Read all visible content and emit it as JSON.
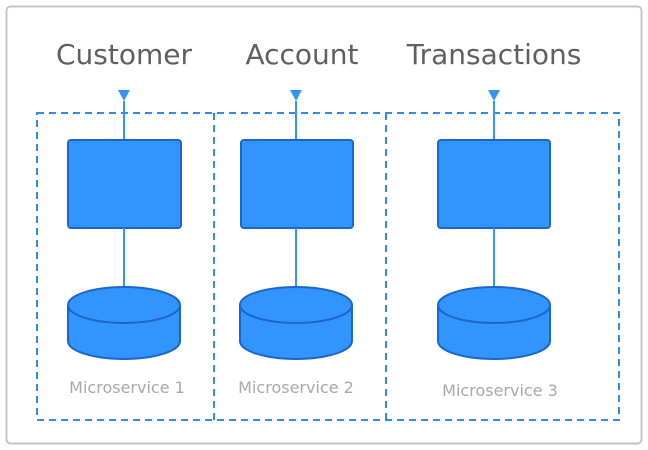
{
  "diagram": {
    "colors": {
      "frame": "#c4c4c4",
      "accent": "#3194ff",
      "accent_stroke": "#1b67c9",
      "dashed_border": "#2e8de6",
      "title_text": "#5f5f5f",
      "label_text": "#a8a8a8"
    },
    "services": [
      {
        "title": "Customer",
        "label": "Microservice 1",
        "api_icon": "arrow-down-icon",
        "app_icon": "service-box",
        "db_icon": "database-cylinder-icon"
      },
      {
        "title": "Account",
        "label": "Microservice 2",
        "api_icon": "arrow-down-icon",
        "app_icon": "service-box",
        "db_icon": "database-cylinder-icon"
      },
      {
        "title": "Transactions",
        "label": "Microservice 3",
        "api_icon": "arrow-down-icon",
        "app_icon": "service-box",
        "db_icon": "database-cylinder-icon"
      }
    ]
  }
}
